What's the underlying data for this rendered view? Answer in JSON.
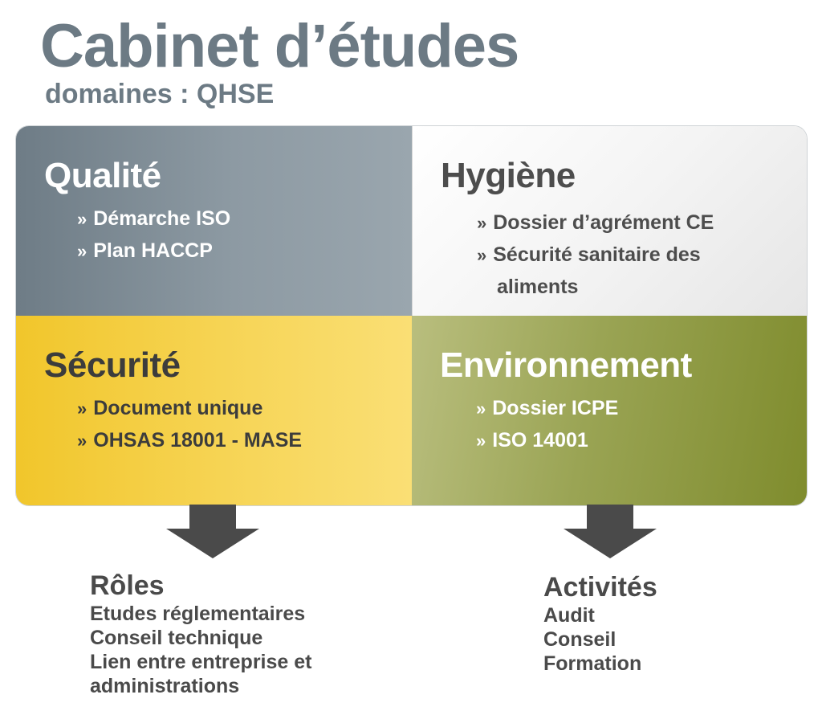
{
  "header": {
    "title": "Cabinet d’études",
    "subtitle": "domaines : QHSE"
  },
  "quadrants": {
    "qualite": {
      "title": "Qualité",
      "items": [
        "Démarche ISO",
        "Plan HACCP"
      ]
    },
    "hygiene": {
      "title": "Hygiène",
      "items": [
        "Dossier d’agrément CE",
        "Sécurité sanitaire des",
        "aliments"
      ]
    },
    "securite": {
      "title": "Sécurité",
      "items": [
        "Document unique",
        "OHSAS 18001 - MASE"
      ]
    },
    "environnement": {
      "title": "Environnement",
      "items": [
        "Dossier ICPE",
        "ISO 14001"
      ]
    }
  },
  "bullet": "»",
  "roles": {
    "title": "Rôles",
    "lines": [
      "Etudes réglementaires",
      "Conseil technique",
      "Lien entre entreprise et",
      "administrations"
    ]
  },
  "activites": {
    "title": "Activités",
    "lines": [
      "Audit",
      "Conseil",
      "Formation"
    ]
  },
  "colors": {
    "title": "#6c7a84",
    "qualite": "#7f8c96",
    "hygiene": "#f2f2f2",
    "securite": "#f5d24a",
    "environnement": "#8f9a45",
    "arrow": "#4a4a4a"
  }
}
